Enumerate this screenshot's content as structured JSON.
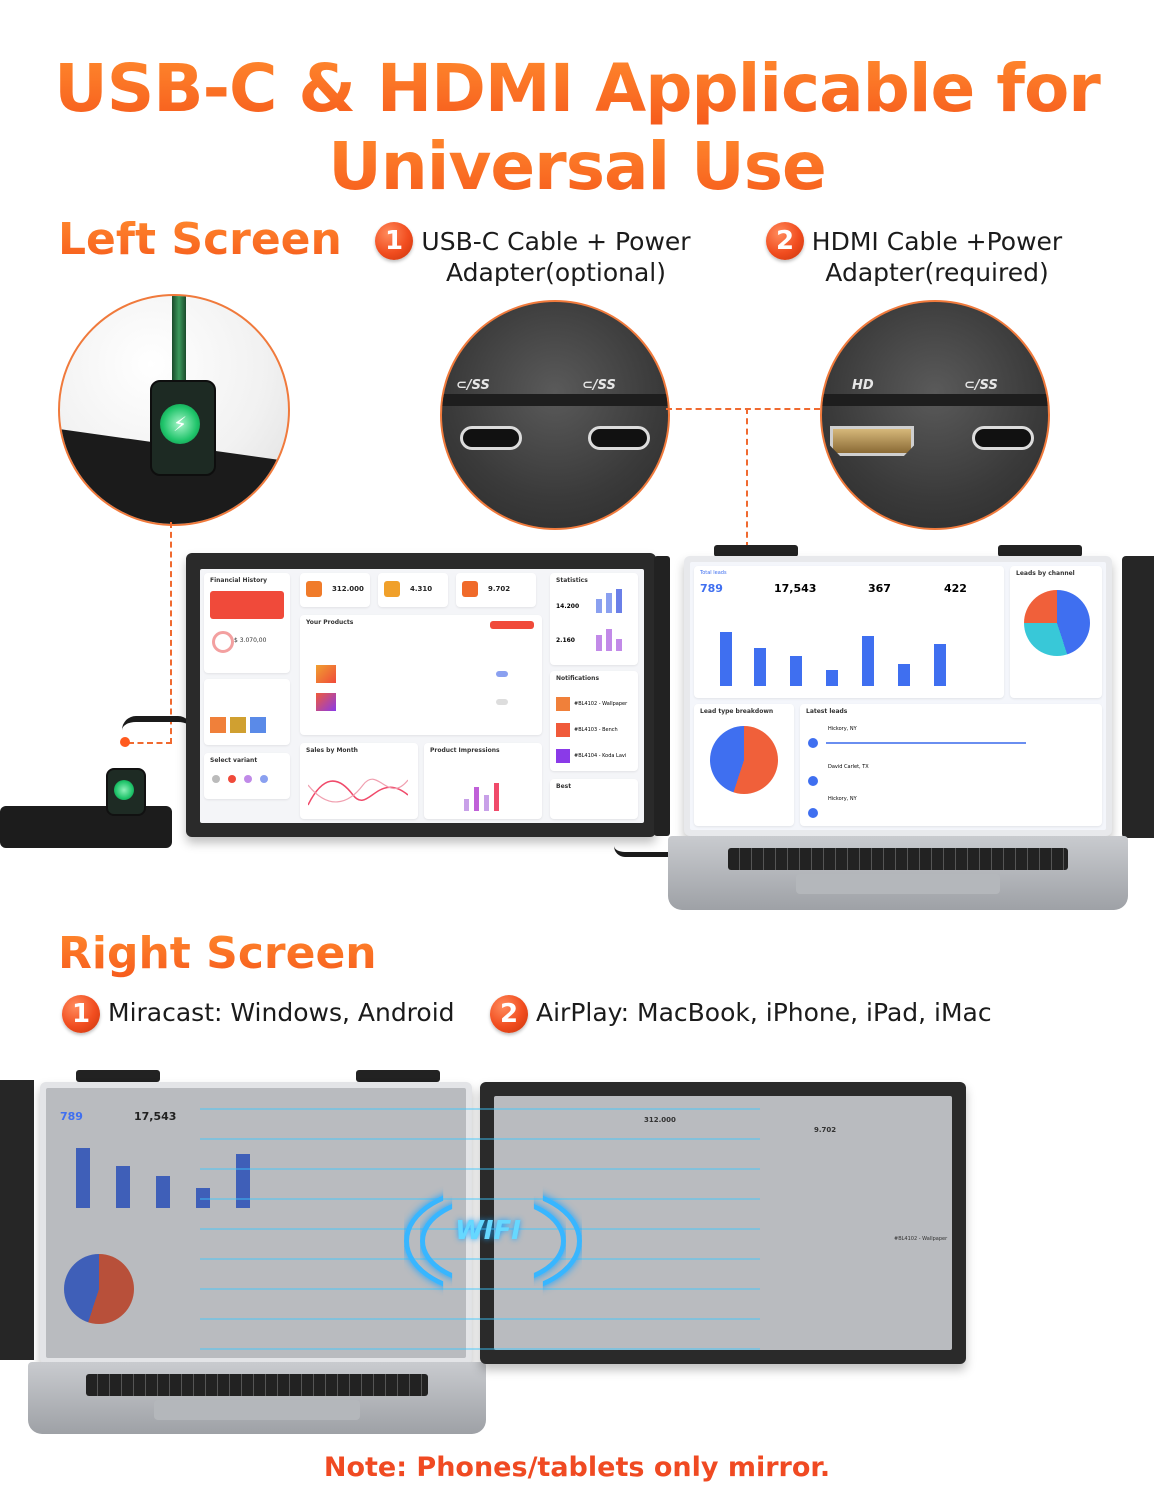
{
  "headline": {
    "line1": "USB-C & HDMI Applicable for",
    "line2": "Universal Use"
  },
  "left_screen": {
    "title": "Left Screen",
    "options": [
      {
        "num": "1",
        "line1": "USB-C Cable + Power",
        "line2": "Adapter(optional)"
      },
      {
        "num": "2",
        "line1": "HDMI Cable +Power",
        "line2": "Adapter(required)"
      }
    ],
    "port_labels": {
      "usb": "⊂/SS",
      "hdmi": "HD"
    }
  },
  "right_screen": {
    "title": "Right Screen",
    "options": [
      {
        "num": "1",
        "label": "Miracast: Windows, Android"
      },
      {
        "num": "2",
        "label": "AirPlay: MacBook, iPhone, iPad, iMac"
      }
    ],
    "wifi_label": "WIFI"
  },
  "dashboard_left": {
    "financial_history": "Financial History",
    "total_income_value": "312.000",
    "profit_value": "4.310",
    "expense_value": "9.702",
    "statistics": "Statistics",
    "stat_value1": "14.200",
    "stat_value2": "2.160",
    "your_products": "Your Products",
    "notifications": "Notifications",
    "sales_by_month": "Sales by Month",
    "product_impressions": "Product Impressions",
    "select_variant": "Select variant",
    "best": "Best",
    "saving_value": "$ 3.070,00",
    "notif_items": [
      "#BL4102 - Wallpaper",
      "#BL4103 - Bench",
      "#BL4104 - Koda Lavi"
    ]
  },
  "dashboard_right": {
    "total_leads": "Total leads",
    "total_leads_value": "789",
    "site_visitors_value": "17,543",
    "phone_leads_value": "367",
    "form_leads_value": "422",
    "leads_by_channel": "Leads by channel",
    "lead_type_breakdown": "Lead type breakdown",
    "latest_leads": "Latest leads",
    "lead_names": [
      "Hickory, NY",
      "David Carlet, TX",
      "Hickory, NY"
    ]
  },
  "note": "Note: Phones/tablets only mirror.",
  "colors": {
    "accent": "#f65a1c",
    "badge": "#f14d1f",
    "wifi": "#38b6ff",
    "chart_blue": "#3f6ff0"
  }
}
